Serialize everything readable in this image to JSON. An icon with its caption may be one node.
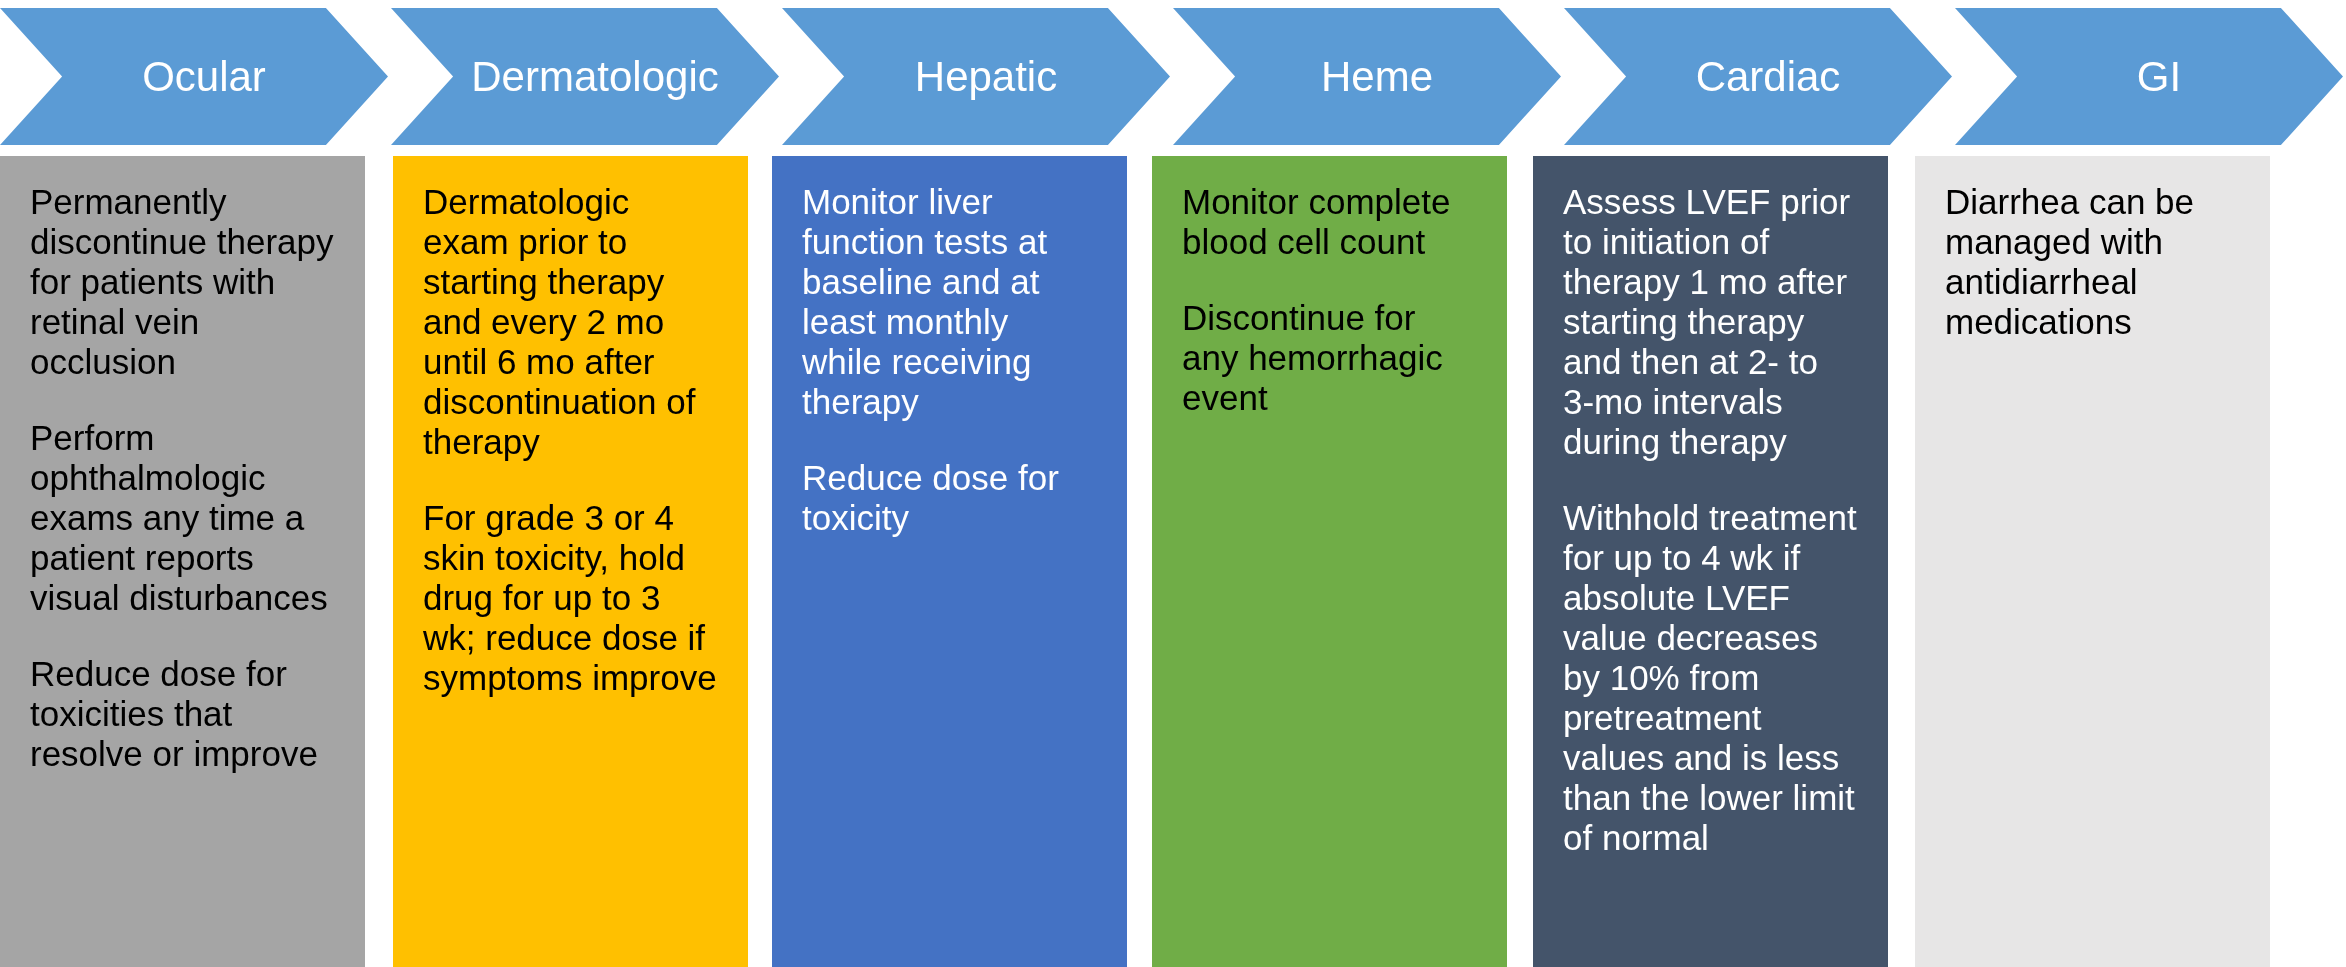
{
  "diagram": {
    "nodes": [
      {
        "text": [
          "Ocular"
        ]
      },
      {
        "text": [
          "Dermatologic"
        ]
      },
      {
        "text": [
          "Hepatic"
        ]
      },
      {
        "text": [
          "Heme"
        ]
      },
      {
        "text": [
          "Cardiac"
        ]
      },
      {
        "text": [
          "GI"
        ]
      },
      {
        "text": [
          "Permanently discontinue therapy for patients with retinal vein occlusion",
          "Perform ophthalmologic exams any time a patient reports visual disturbances",
          "Reduce dose for toxicities that resolve or improve"
        ]
      },
      {
        "text": [
          "Dermatologic exam prior to starting therapy and every 2 mo until 6 mo after discontinuation of therapy",
          "For grade 3 or 4 skin toxicity, hold drug for up to 3 wk; reduce dose if symptoms improve"
        ]
      },
      {
        "text": [
          "Monitor liver function tests at baseline and at least monthly while receiving therapy",
          "Reduce dose for toxicity"
        ]
      },
      {
        "text": [
          "Monitor complete blood cell count",
          "Discontinue for any hemorrhagic event"
        ]
      },
      {
        "text": [
          "Assess LVEF prior to initiation of therapy 1 mo after starting therapy and then at 2- to 3-mo intervals during therapy",
          "Withhold treatment for up to 4 wk if absolute LVEF value decreases by 10% from pretreatment values and is less than the lower limit of normal"
        ]
      },
      {
        "text": [
          "Diarrhea can be managed with antidiarrheal medications"
        ]
      }
    ]
  }
}
